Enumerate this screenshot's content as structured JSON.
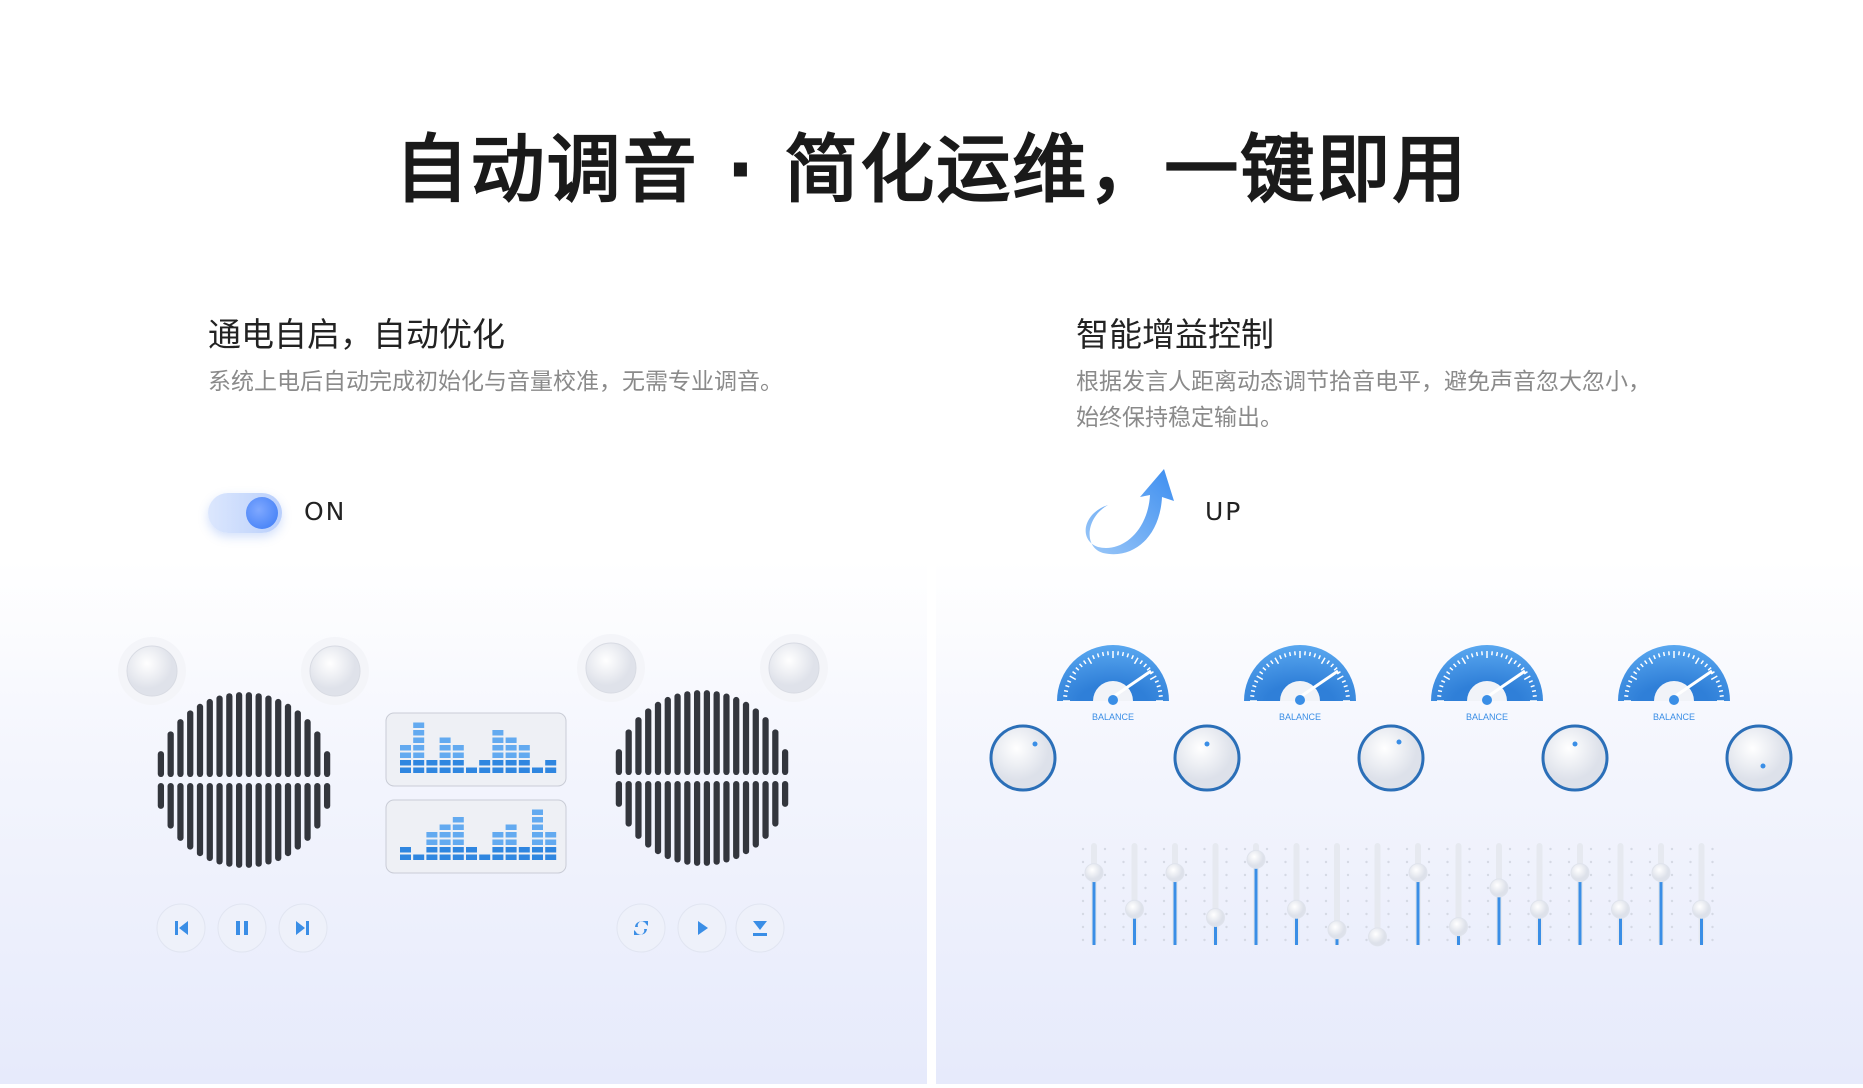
{
  "title": "自动调音 · 简化运维，一键即用",
  "left": {
    "heading": "通电自启，自动优化",
    "description": "系统上电后自动完成初始化与音量校准，无需专业调音。",
    "toggle_label": "ON",
    "toggle_on": true,
    "equalizer_top": [
      4,
      7,
      2,
      5,
      4,
      1,
      2,
      6,
      5,
      4,
      1,
      2
    ],
    "equalizer_bottom": [
      2,
      1,
      4,
      5,
      6,
      2,
      1,
      4,
      5,
      2,
      7,
      4
    ],
    "buttons_left": [
      "previous-icon",
      "pause-icon",
      "next-icon"
    ],
    "buttons_right": [
      "repeat-icon",
      "play-icon",
      "eject-icon"
    ]
  },
  "right": {
    "heading": "智能增益控制",
    "description": "根据发言人距离动态调节拾音电平，避免声音忽大忽小，始终保持稳定输出。",
    "arrow_label": "UP",
    "gauge_label": "BALANCE",
    "gauge_count": 4,
    "knob_count": 5,
    "slider_levels": [
      0.71,
      0.35,
      0.71,
      0.27,
      0.84,
      0.35,
      0.15,
      0.08,
      0.71,
      0.18,
      0.56,
      0.35,
      0.71,
      0.35,
      0.71,
      0.35
    ]
  },
  "colors": {
    "accent": "#3a8ee6",
    "speaker": "#33363d"
  }
}
